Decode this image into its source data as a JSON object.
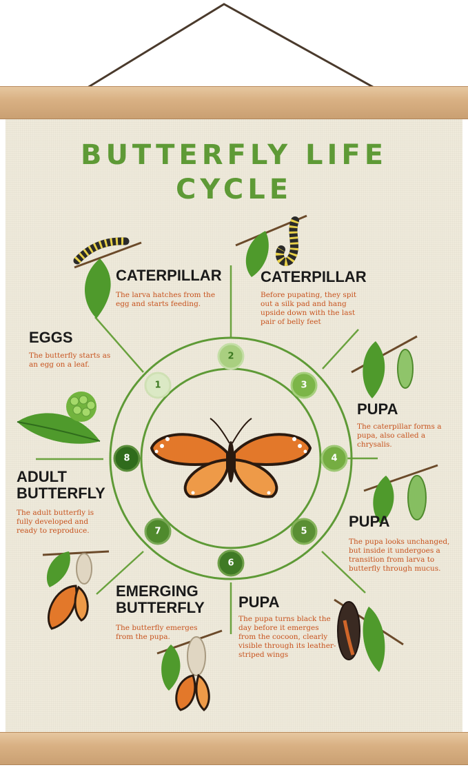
{
  "title": {
    "line1": "BUTTERFLY LIFE",
    "line2": "CYCLE"
  },
  "stages": [
    {
      "number": "1",
      "heading": "EGGS",
      "description": "The butterfly starts as an egg on a leaf."
    },
    {
      "number": "2",
      "heading": "CATERPILLAR",
      "description": "The larva hatches from the egg and starts feeding."
    },
    {
      "number": "3",
      "heading": "CATERPILLAR",
      "description": "Before pupating, they spit out a silk pad and hang upside down with the last pair of belly feet"
    },
    {
      "number": "4",
      "heading": "PUPA",
      "description": "The caterpillar forms a pupa, also called a chrysalis."
    },
    {
      "number": "5",
      "heading": "PUPA",
      "description": "The pupa looks unchanged, but inside it undergoes a transition from larva to butterfly through mucus."
    },
    {
      "number": "6",
      "heading": "PUPA",
      "description": "The pupa turns black the day before it emerges from the cocoon, clearly visible through its leather-striped wings"
    },
    {
      "number": "7",
      "heading": "EMERGING BUTTERFLY",
      "description": "The butterfly emerges from the pupa."
    },
    {
      "number": "8",
      "heading": "ADULT BUTTERFLY",
      "description": "The adult butterfly is fully developed and ready to reproduce."
    }
  ],
  "colors": {
    "green": "#5e9a36",
    "orange_text": "#c7531e",
    "canvas": "#efeadb",
    "wood": "#d9b184"
  },
  "icons": [
    "butterfly-icon",
    "egg-cluster-icon",
    "caterpillar-icon",
    "chrysalis-icon",
    "leaf-icon"
  ]
}
